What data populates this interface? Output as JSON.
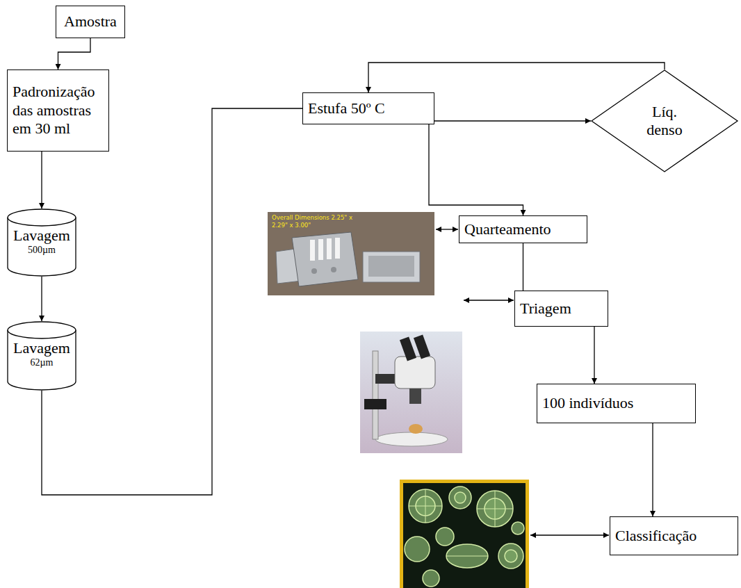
{
  "diagram": {
    "nodes": [
      {
        "text": [
          "Amostra"
        ]
      },
      {
        "text": [
          "Padronização das amostras em 30 ml"
        ]
      },
      {
        "text": [
          "Lavagem",
          "500µm"
        ]
      },
      {
        "text": [
          "Lavagem",
          "62µm"
        ]
      },
      {
        "text": [
          "Estufa 50º C"
        ]
      },
      {
        "text": [
          "Líq. denso"
        ]
      },
      {
        "text": [
          "Quarteamento"
        ]
      },
      {
        "text": [
          "Triagem"
        ]
      },
      {
        "text": [
          "100 indivíduos"
        ]
      },
      {
        "text": [
          "Classificação"
        ]
      }
    ],
    "edges": [
      {
        "from": 0,
        "to": 1,
        "arrow": "to"
      },
      {
        "from": 1,
        "to": 2,
        "arrow": "to"
      },
      {
        "from": 2,
        "to": 3,
        "arrow": "to"
      },
      {
        "from": 3,
        "to": 4,
        "arrow": "none"
      },
      {
        "from": 4,
        "to": 5,
        "arrow": "to"
      },
      {
        "from": 5,
        "to": 4,
        "arrow": "to"
      },
      {
        "from": 4,
        "to": 6,
        "arrow": "to"
      },
      {
        "from": 6,
        "to": 7,
        "arrow": "none"
      },
      {
        "from": 7,
        "to": 8,
        "arrow": "to"
      },
      {
        "from": 8,
        "to": 9,
        "arrow": "to"
      }
    ],
    "labels": [
      "Overall Dimensions 2.25\" x 2.29\" x 3.00\""
    ]
  }
}
